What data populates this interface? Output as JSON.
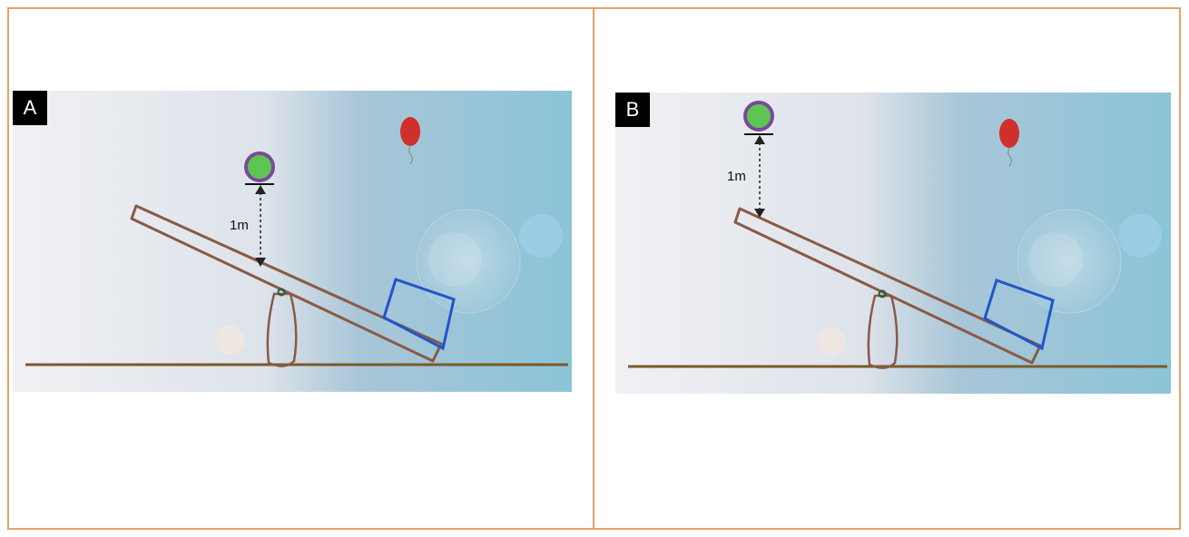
{
  "panels": [
    {
      "label": "A",
      "distance_label": "1m",
      "colors": {
        "seesaw": "#8a5a44",
        "block": "#2255cc",
        "ball_fill": "#5ec452",
        "ball_ring": "#7a4a9a",
        "balloon": "#d0302a",
        "ground": "#7a5a2a"
      },
      "icons": [
        "seesaw",
        "fulcrum",
        "blue-block",
        "ball",
        "balloon",
        "ground-line",
        "distance-arrow"
      ]
    },
    {
      "label": "B",
      "distance_label": "1m",
      "colors": {
        "seesaw": "#8a5a44",
        "block": "#2255cc",
        "ball_fill": "#5ec452",
        "ball_ring": "#7a4a9a",
        "balloon": "#d0302a",
        "ground": "#7a5a2a"
      },
      "icons": [
        "seesaw",
        "fulcrum",
        "blue-block",
        "ball",
        "balloon",
        "ground-line",
        "distance-arrow"
      ]
    }
  ]
}
